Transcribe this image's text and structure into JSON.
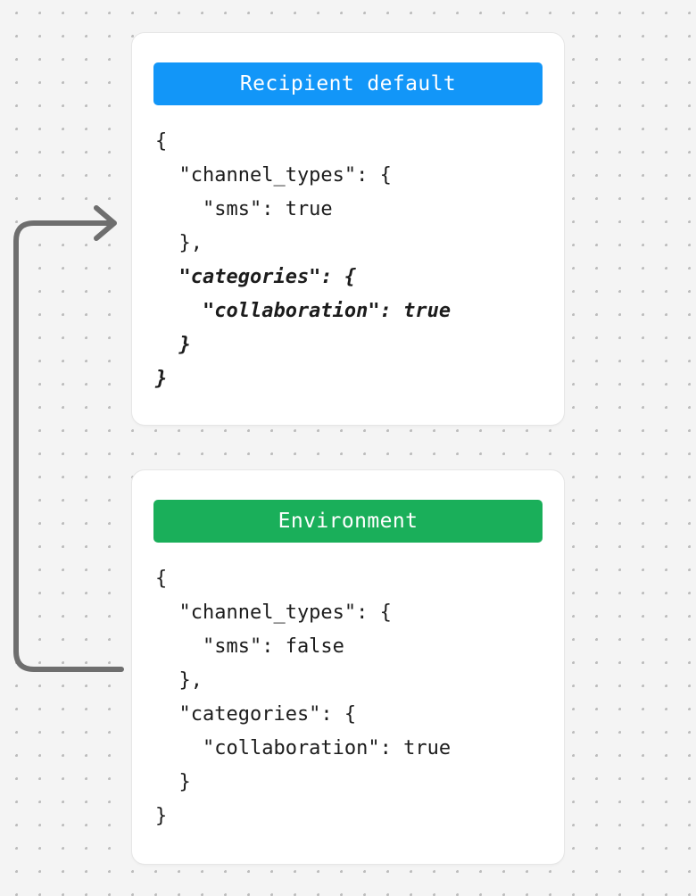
{
  "background": {
    "style": "dotted-grid",
    "color": "#f4f4f4",
    "dot_color": "#bdbdbd"
  },
  "connector": {
    "name": "flow-arrow",
    "color": "#6e6e6e",
    "direction": "right",
    "description": "elbow arrow from Environment card up to Recipient default card"
  },
  "cards": [
    {
      "id": "recipient-default",
      "header": {
        "label": "Recipient default",
        "color": "#1296f8"
      },
      "lines": [
        {
          "text": "{",
          "emphasis": false
        },
        {
          "text": "  \"channel_types\": {",
          "emphasis": false
        },
        {
          "text": "    \"sms\": true",
          "emphasis": false
        },
        {
          "text": "  },",
          "emphasis": false
        },
        {
          "text": "  \"categories\": {",
          "emphasis": true
        },
        {
          "text": "    \"collaboration\": true",
          "emphasis": true
        },
        {
          "text": "  }",
          "emphasis": true
        },
        {
          "text": "}",
          "emphasis": true
        }
      ]
    },
    {
      "id": "environment",
      "header": {
        "label": "Environment",
        "color": "#1aaf5a"
      },
      "lines": [
        {
          "text": "{",
          "emphasis": false
        },
        {
          "text": "  \"channel_types\": {",
          "emphasis": false
        },
        {
          "text": "    \"sms\": false",
          "emphasis": false
        },
        {
          "text": "  },",
          "emphasis": false
        },
        {
          "text": "  \"categories\": {",
          "emphasis": false
        },
        {
          "text": "    \"collaboration\": true",
          "emphasis": false
        },
        {
          "text": "  }",
          "emphasis": false
        },
        {
          "text": "}",
          "emphasis": false
        }
      ]
    }
  ]
}
